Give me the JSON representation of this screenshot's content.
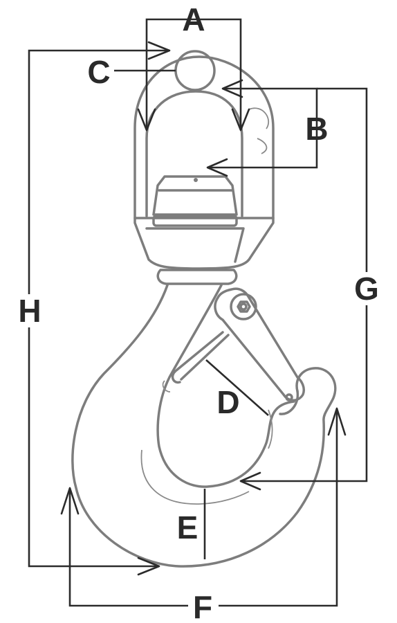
{
  "labels": {
    "A": "A",
    "B": "B",
    "C": "C",
    "D": "D",
    "E": "E",
    "F": "F",
    "G": "G",
    "H": "H"
  },
  "colors": {
    "part_outline": "#7d7d7d",
    "dimension_lines": "#2b2b2b",
    "label_text": "#2a2a2a"
  }
}
